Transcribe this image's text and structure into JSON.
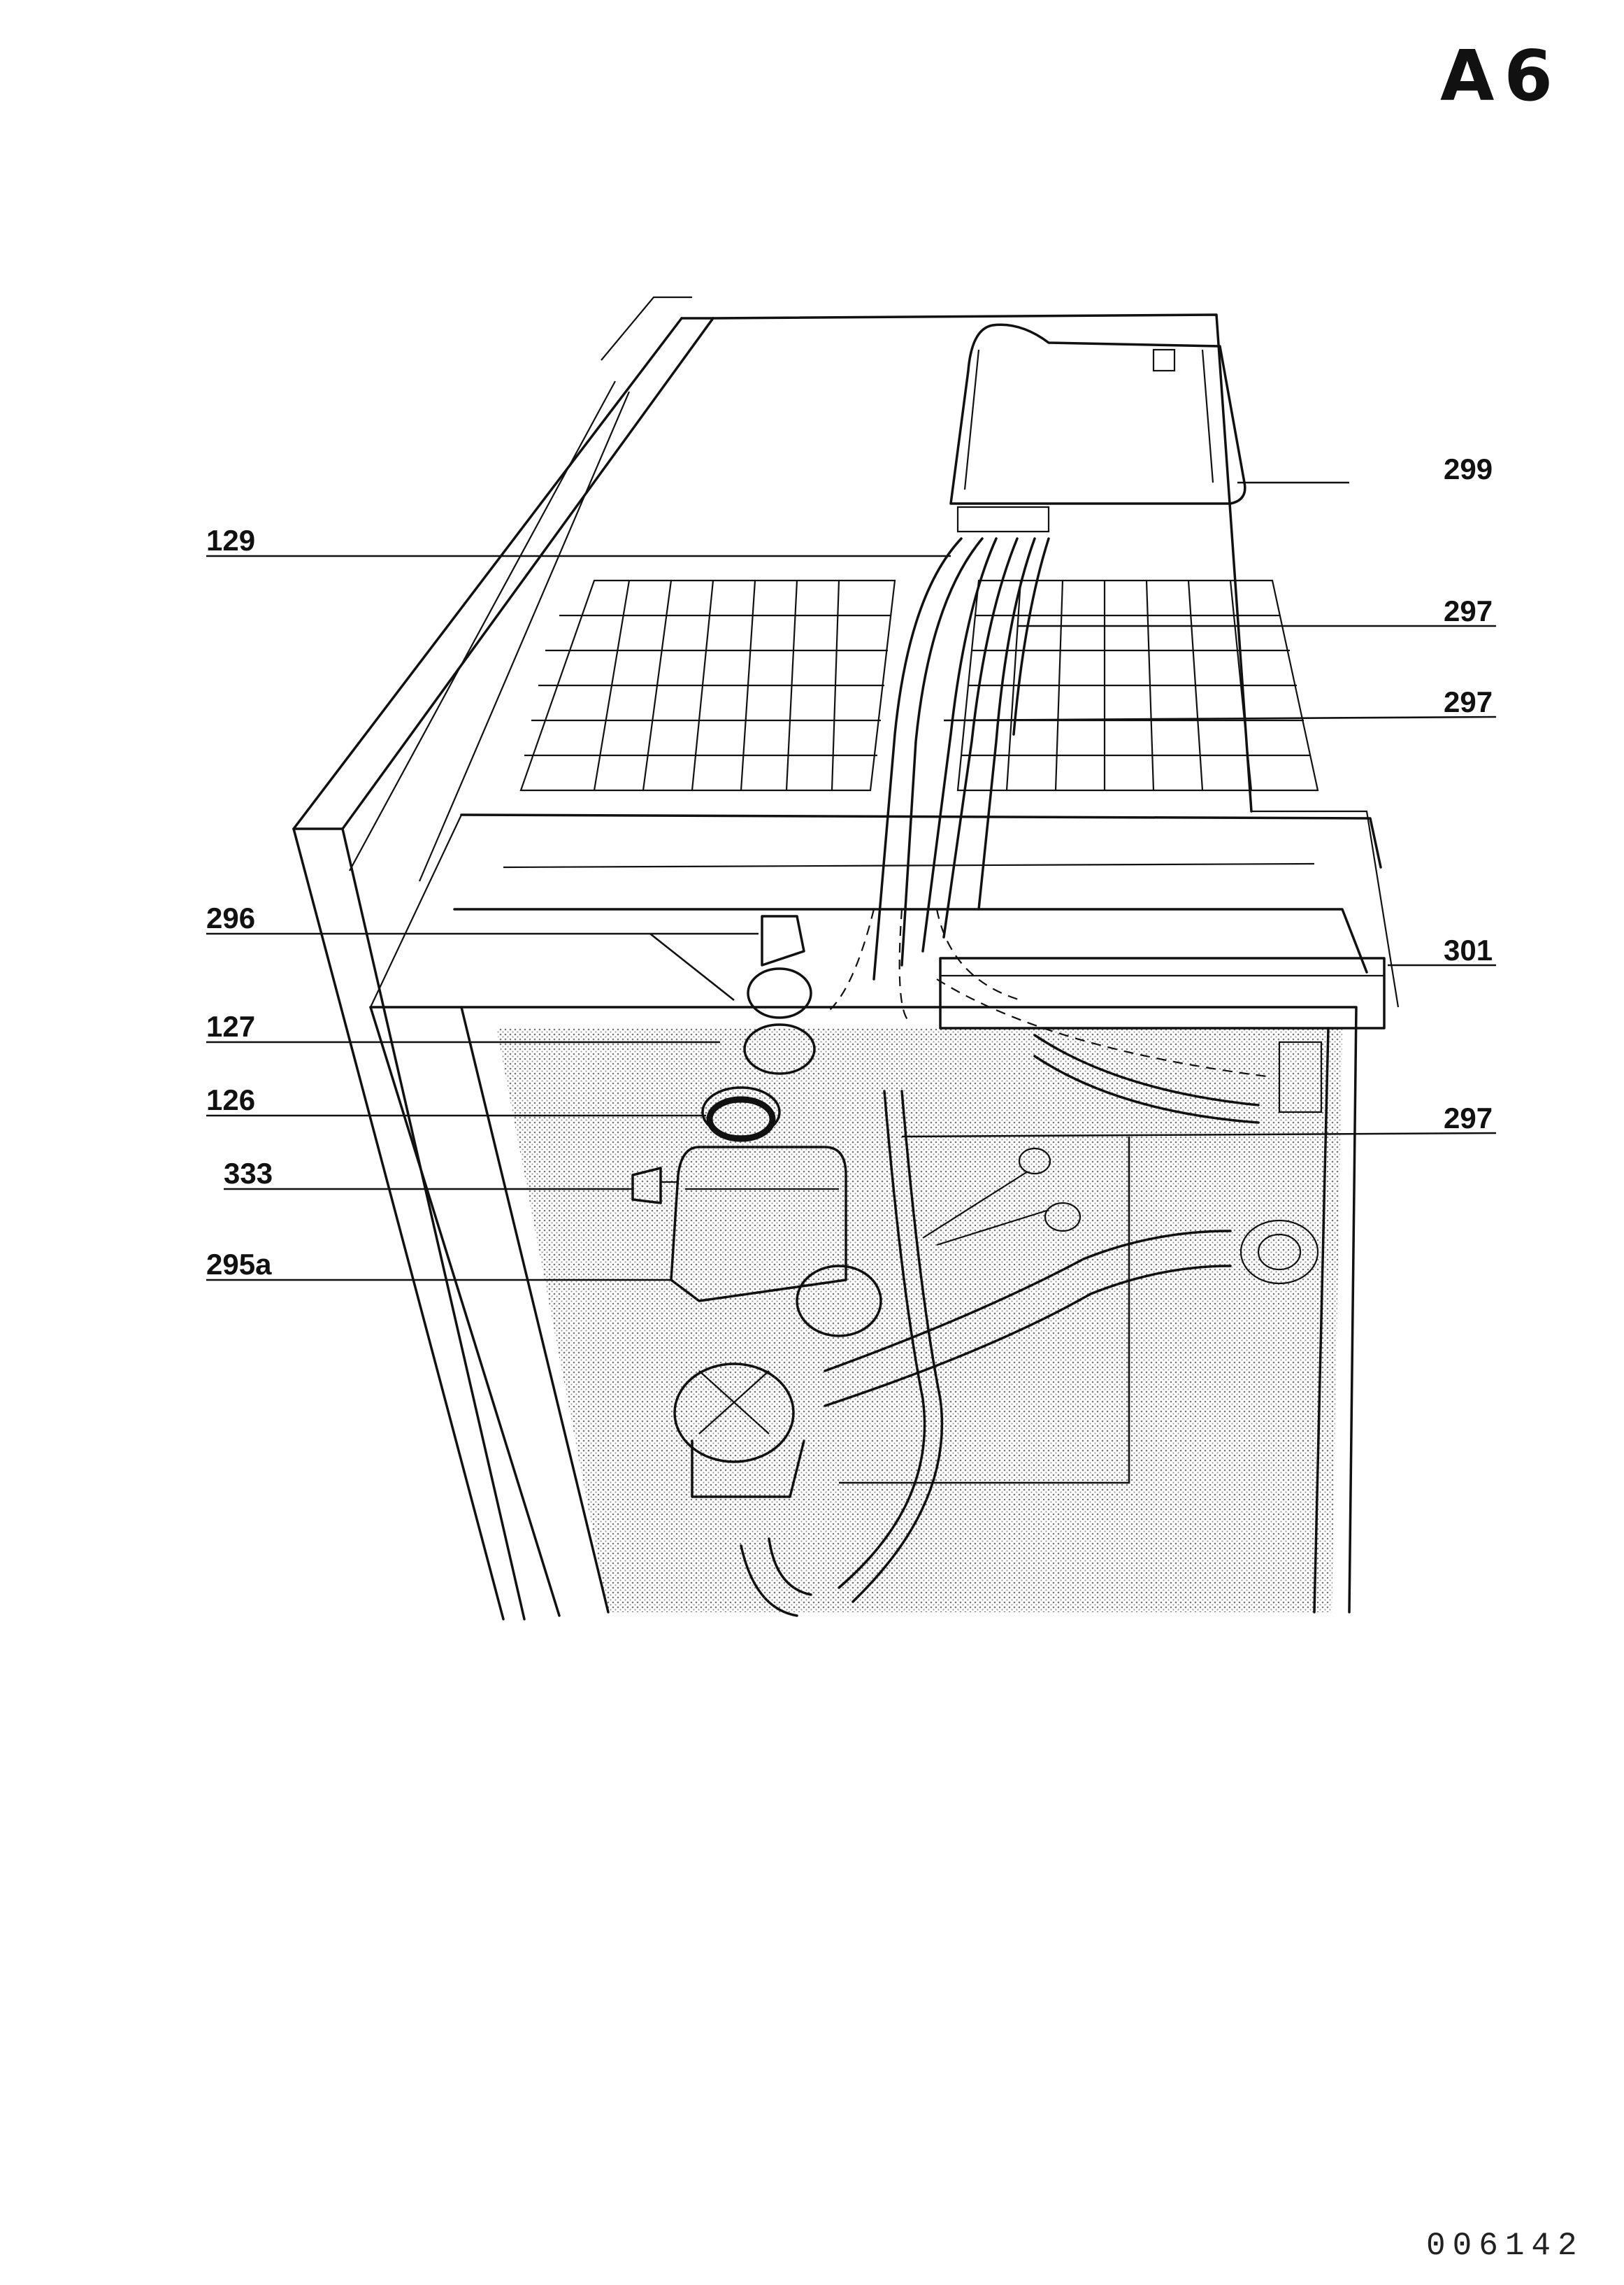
{
  "page_code": "A6",
  "document_number": "006142",
  "part_labels": [
    {
      "id": "299",
      "text": "299"
    },
    {
      "id": "129",
      "text": "129"
    },
    {
      "id": "297a",
      "text": "297"
    },
    {
      "id": "297b",
      "text": "297"
    },
    {
      "id": "296",
      "text": "296"
    },
    {
      "id": "301",
      "text": "301"
    },
    {
      "id": "127",
      "text": "127"
    },
    {
      "id": "126",
      "text": "126"
    },
    {
      "id": "297c",
      "text": "297"
    },
    {
      "id": "333",
      "text": "333"
    },
    {
      "id": "295a",
      "text": "295a"
    }
  ]
}
